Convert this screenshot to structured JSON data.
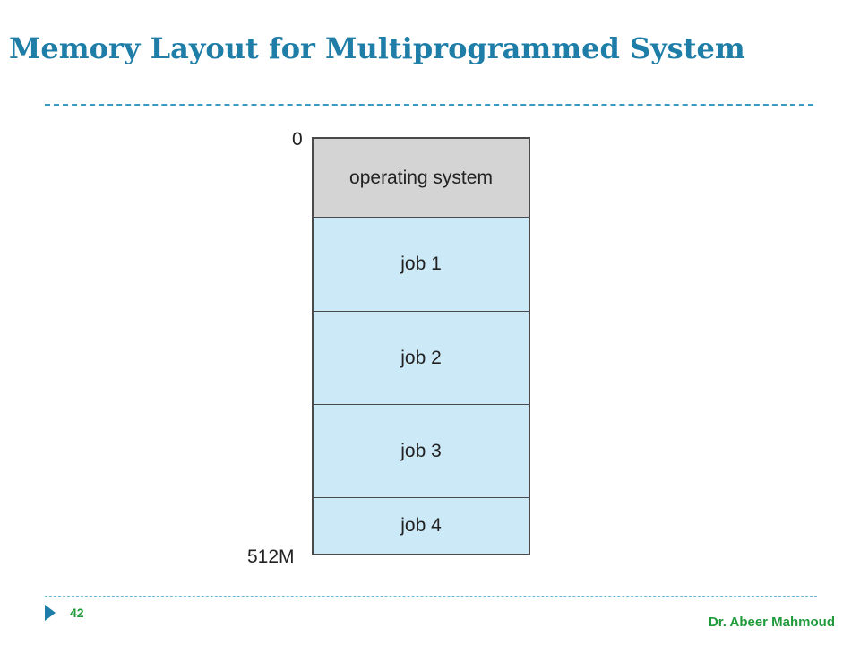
{
  "slide": {
    "title": "Memory Layout for Multiprogrammed System",
    "page_number": "42",
    "author": "Dr. Abeer Mahmoud"
  },
  "diagram": {
    "top_address": "0",
    "bottom_address": "512M",
    "segments": [
      {
        "label": "operating system",
        "fill": "#d4d4d4"
      },
      {
        "label": "job 1",
        "fill": "#cce9f7"
      },
      {
        "label": "job 2",
        "fill": "#cce9f7"
      },
      {
        "label": "job 3",
        "fill": "#cce9f7"
      },
      {
        "label": "job 4",
        "fill": "#cce9f7"
      }
    ]
  },
  "colors": {
    "title": "#1f7ea8",
    "footer_text": "#1f9a3a",
    "divider": "#3a9bc2"
  }
}
